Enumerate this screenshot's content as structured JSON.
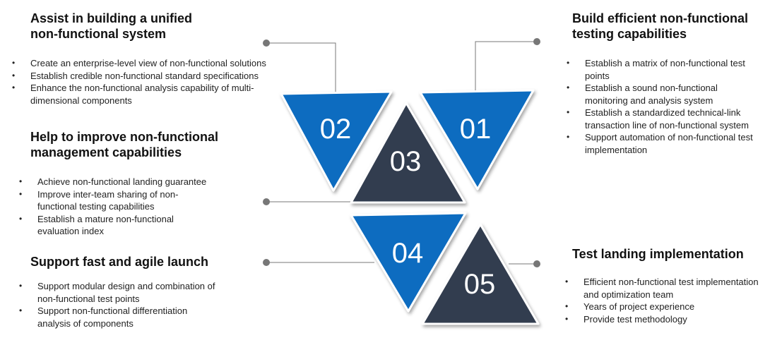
{
  "colors": {
    "blue": "#0B6CC0",
    "dark": "#333C4F",
    "connector": "#777777"
  },
  "sections": [
    {
      "title": "Assist in building a unified non-functional system",
      "items": [
        "Create an enterprise-level view of non-functional solutions",
        "Establish credible non-functional standard specifications",
        "Enhance the non-functional analysis capability of multi-dimensional components"
      ]
    },
    {
      "title": "Help to improve non-functional management capabilities",
      "items": [
        "Achieve non-functional landing guarantee",
        "Improve inter-team sharing of non-functional testing capabilities",
        "Establish a mature non-functional evaluation index"
      ]
    },
    {
      "title": "Support fast and agile launch",
      "items": [
        "Support modular design and combination of non-functional test points",
        "Support non-functional differentiation analysis of components"
      ]
    },
    {
      "title": "Build efficient non-functional testing capabilities",
      "items": [
        "Establish a matrix of non-functional test points",
        "Establish a sound non-functional monitoring and analysis system",
        "Establish a standardized technical-link transaction line of non-functional system",
        "Support automation of non-functional test implementation"
      ]
    },
    {
      "title": "Test landing implementation",
      "items": [
        "Efficient non-functional test implementation and optimization team",
        "Years of project experience",
        "Provide test methodology"
      ]
    }
  ],
  "triangles": [
    {
      "number": "01",
      "color": "blue"
    },
    {
      "number": "02",
      "color": "blue"
    },
    {
      "number": "03",
      "color": "dark"
    },
    {
      "number": "04",
      "color": "blue"
    },
    {
      "number": "05",
      "color": "dark"
    }
  ]
}
